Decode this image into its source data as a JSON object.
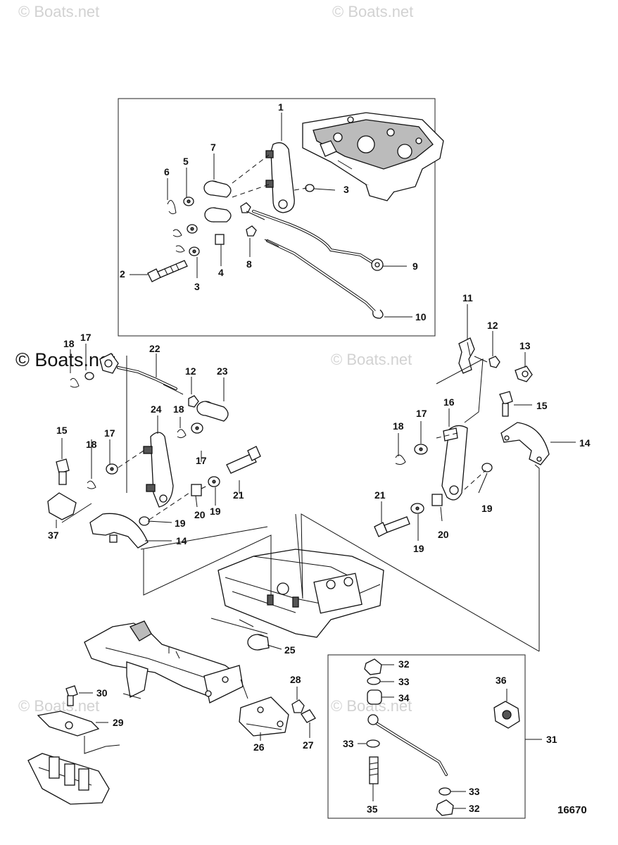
{
  "watermark": {
    "text": "© Boats.net"
  },
  "figure_number": "16670",
  "callouts": [
    {
      "id": "c1",
      "label": "1"
    },
    {
      "id": "c2",
      "label": "2"
    },
    {
      "id": "c3a",
      "label": "3"
    },
    {
      "id": "c3b",
      "label": "3"
    },
    {
      "id": "c4",
      "label": "4"
    },
    {
      "id": "c5",
      "label": "5"
    },
    {
      "id": "c6",
      "label": "6"
    },
    {
      "id": "c7",
      "label": "7"
    },
    {
      "id": "c8",
      "label": "8"
    },
    {
      "id": "c9",
      "label": "9"
    },
    {
      "id": "c10",
      "label": "10"
    },
    {
      "id": "c11",
      "label": "11"
    },
    {
      "id": "c12a",
      "label": "12"
    },
    {
      "id": "c13",
      "label": "13"
    },
    {
      "id": "c15a",
      "label": "15"
    },
    {
      "id": "c16",
      "label": "16"
    },
    {
      "id": "c17a",
      "label": "17"
    },
    {
      "id": "c18a",
      "label": "18"
    },
    {
      "id": "c14a",
      "label": "14"
    },
    {
      "id": "c19a",
      "label": "19"
    },
    {
      "id": "c21a",
      "label": "21"
    },
    {
      "id": "c20a",
      "label": "20"
    },
    {
      "id": "c19b",
      "label": "19"
    },
    {
      "id": "c17b",
      "label": "17"
    },
    {
      "id": "c18b",
      "label": "18"
    },
    {
      "id": "c22",
      "label": "22"
    },
    {
      "id": "c12b",
      "label": "12"
    },
    {
      "id": "c23",
      "label": "23"
    },
    {
      "id": "c24",
      "label": "24"
    },
    {
      "id": "c18c",
      "label": "18"
    },
    {
      "id": "c15b",
      "label": "15"
    },
    {
      "id": "c17c",
      "label": "17"
    },
    {
      "id": "c18d",
      "label": "18"
    },
    {
      "id": "c17d",
      "label": "17"
    },
    {
      "id": "c21b",
      "label": "21"
    },
    {
      "id": "c37",
      "label": "37"
    },
    {
      "id": "c19c",
      "label": "19"
    },
    {
      "id": "c20b",
      "label": "20"
    },
    {
      "id": "c19d",
      "label": "19"
    },
    {
      "id": "c14b",
      "label": "14"
    },
    {
      "id": "c25",
      "label": "25"
    },
    {
      "id": "c30",
      "label": "30"
    },
    {
      "id": "c29",
      "label": "29"
    },
    {
      "id": "c28",
      "label": "28"
    },
    {
      "id": "c26",
      "label": "26"
    },
    {
      "id": "c27",
      "label": "27"
    },
    {
      "id": "c32a",
      "label": "32"
    },
    {
      "id": "c33a",
      "label": "33"
    },
    {
      "id": "c34",
      "label": "34"
    },
    {
      "id": "c36",
      "label": "36"
    },
    {
      "id": "c31",
      "label": "31"
    },
    {
      "id": "c33b",
      "label": "33"
    },
    {
      "id": "c33c",
      "label": "33"
    },
    {
      "id": "c35",
      "label": "35"
    },
    {
      "id": "c32b",
      "label": "32"
    }
  ]
}
